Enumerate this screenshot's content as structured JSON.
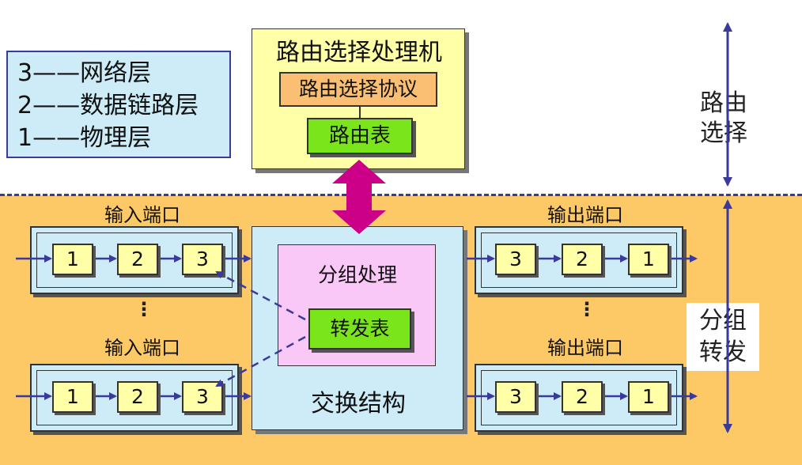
{
  "legend": {
    "items": [
      "3——网络层",
      "2——数据链路层",
      "1——物理层"
    ]
  },
  "routing_processor": {
    "title": "路由选择处理机",
    "protocol_label": "路由选择协议",
    "table_label": "路由表"
  },
  "side_labels": {
    "routing": [
      "路由",
      "选择"
    ],
    "forwarding": [
      "分组",
      "转发"
    ]
  },
  "input_ports": {
    "label": "输入端口",
    "layers": [
      "1",
      "2",
      "3"
    ],
    "ellipsis": "⋮"
  },
  "output_ports": {
    "label": "输出端口",
    "layers": [
      "3",
      "2",
      "1"
    ],
    "ellipsis": "⋮"
  },
  "switch_fabric": {
    "label": "交换结构",
    "packet_processing_label": "分组处理",
    "forwarding_table_label": "转发表"
  },
  "colors": {
    "forwarding_bg": "#fdc866",
    "light_blue": "#cdecf7",
    "light_yellow": "#ffffa8",
    "orange": "#fbbf73",
    "green": "#7be51c",
    "pink": "#f9c8f7",
    "magenta_arrow": "#cc0088",
    "navy": "#3a3a9c"
  }
}
